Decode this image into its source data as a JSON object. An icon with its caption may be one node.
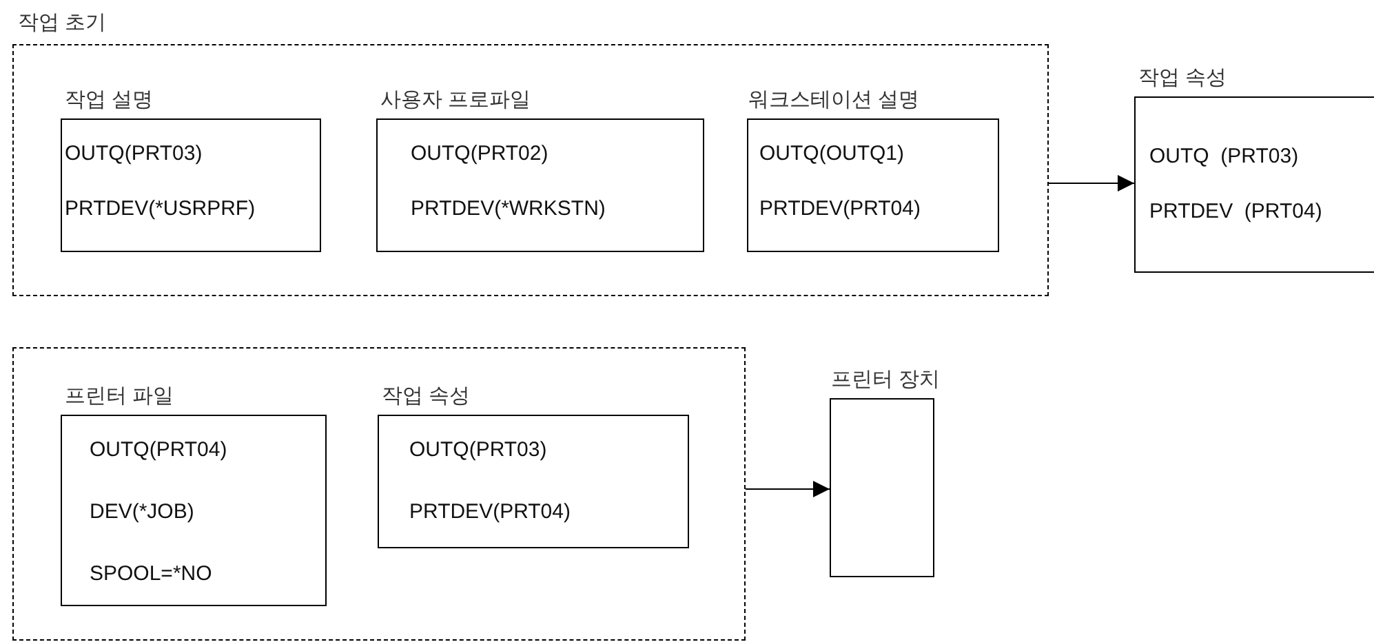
{
  "diagram": {
    "nodes": [
      {
        "text": [
          "작업 초기"
        ]
      },
      {
        "text": [
          "작업 설명",
          "OUTQ(PRT03)",
          "PRTDEV(*USRPRF)"
        ],
        "in": 0
      },
      {
        "text": [
          "사용자 프로파일",
          "OUTQ(PRT02)",
          "PRTDEV(*WRKSTN)"
        ],
        "in": 0
      },
      {
        "text": [
          "워크스테이션 설명",
          "OUTQ(OUTQ1)",
          "PRTDEV(PRT04)"
        ],
        "in": 0
      },
      {
        "text": [
          "작업 속성",
          "OUTQ  (PRT03)",
          "PRTDEV  (PRT04)"
        ]
      },
      {
        "text": [],
        "shape": "box"
      },
      {
        "text": [
          "프린터 파일",
          "OUTQ(PRT04)",
          "DEV(*JOB)",
          "SPOOL=*NO"
        ],
        "in": 5
      },
      {
        "text": [
          "작업 속성",
          "OUTQ(PRT03)",
          "PRTDEV(PRT04)"
        ],
        "in": 5
      },
      {
        "text": [
          "프린터 장치"
        ]
      }
    ],
    "edges": [
      {
        "from": 0,
        "to": 4,
        "arrow": "to"
      },
      {
        "from": 5,
        "to": 8,
        "arrow": "to"
      }
    ]
  }
}
